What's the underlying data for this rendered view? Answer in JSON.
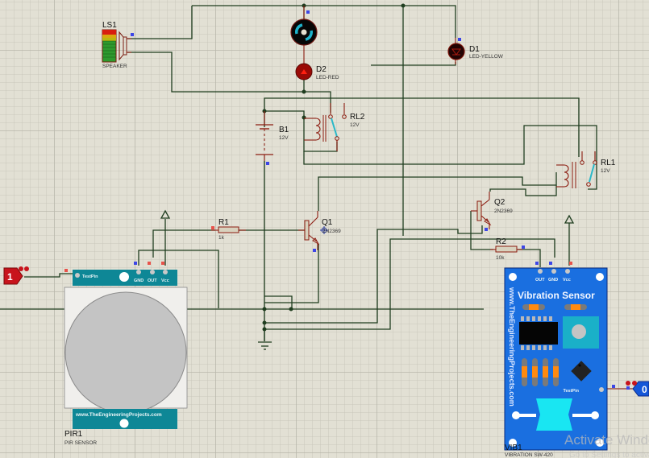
{
  "schematic": {
    "components": {
      "speaker": {
        "ref": "LS1",
        "value": "SPEAKER"
      },
      "motor": {
        "ref": "",
        "value": ""
      },
      "led_red": {
        "ref": "D2",
        "value": "LED-RED"
      },
      "led_yellow": {
        "ref": "D1",
        "value": "LED-YELLOW"
      },
      "battery": {
        "ref": "B1",
        "value": "12V"
      },
      "relay2": {
        "ref": "RL2",
        "value": "12V"
      },
      "relay1": {
        "ref": "RL1",
        "value": "12V"
      },
      "resistor1": {
        "ref": "R1",
        "value": "1k"
      },
      "resistor2": {
        "ref": "R2",
        "value": "10k"
      },
      "transistor1": {
        "ref": "Q1",
        "value": "2N2369"
      },
      "transistor2": {
        "ref": "Q2",
        "value": "2N2369"
      },
      "pir": {
        "ref": "PIR1",
        "value": "PIR SENSOR",
        "pins": [
          "GND",
          "OUT",
          "Vcc"
        ],
        "test_pin": "TestPin",
        "website": "www.TheEngineeringProjects.com"
      },
      "vibration": {
        "ref": "VIB1",
        "value": "VIBRATION SW-420",
        "title": "Vibration Sensor",
        "pins": [
          "OUT",
          "GND",
          "Vcc"
        ],
        "test_pin": "TestPin",
        "website": "www.TheEngineeringProjects.com"
      },
      "logic_input_pir": {
        "state": "1"
      },
      "logic_input_vib": {
        "state": "0"
      }
    },
    "colors": {
      "background": "#e2e0d4",
      "wire": "#1f3d1f",
      "lead": "#8c1c10",
      "pir_board": "#0e8796",
      "vibration_board": "#1a6fe0",
      "logic_high": "#c8141c",
      "logic_low": "#1557d8"
    }
  },
  "watermark": {
    "line1": "Activate Windows",
    "line2": "Go to Settings to activate Windows."
  }
}
